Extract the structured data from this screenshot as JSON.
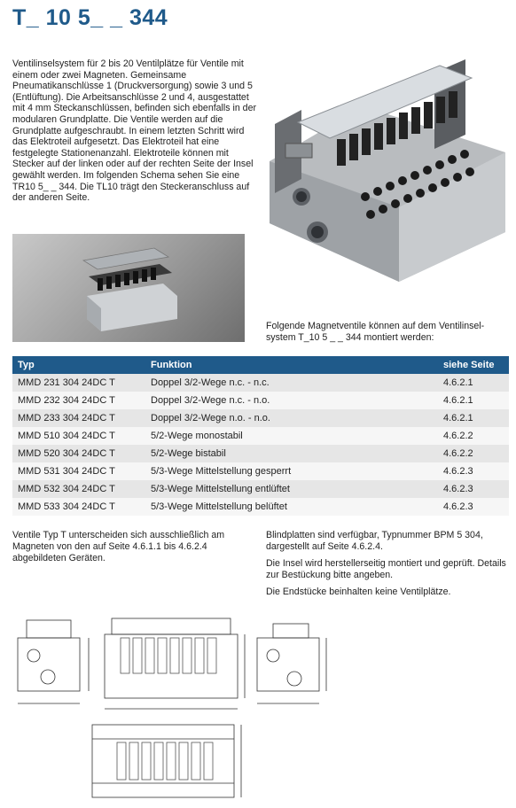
{
  "title": "T_ 10 5_ _ 344",
  "intro": "Ventilinselsystem für 2 bis 20 Ventilplätze für Ventile mit einem oder zwei Magneten. Gemeinsame Pneumatikanschlüsse 1 (Druckversorgung) sowie 3 und 5 (Entlüftung). Die Arbeitsanschlüsse 2 und 4, ausgestattet mit 4 mm Steckanschlüssen, befinden sich ebenfalls in der modularen Grundplatte. Die Ventile werden auf die Grundplatte aufgeschraubt. In einem letzten Schritt wird das Elektroteil aufgesetzt. Das Elektroteil hat eine festgelegte Stationenanzahl. Elektroteile können mit Stecker auf der linken oder auf der rechten Seite der Insel gewählt werden. Im folgenden Schema sehen Sie eine TR10 5_ _ 344. Die TL10 trägt den Steckeranschluss auf der anderen Seite.",
  "valves_note": "Folgende Magnetventile können auf dem Ventilinsel-system T_10 5 _ _ 344 montiert werden:",
  "table": {
    "headers": [
      "Typ",
      "Funktion",
      "siehe Seite"
    ],
    "rows": [
      [
        "MMD 231 304 24DC T",
        "Doppel 3/2-Wege n.c. - n.c.",
        "4.6.2.1"
      ],
      [
        "MMD 232 304 24DC T",
        "Doppel 3/2-Wege n.c. - n.o.",
        "4.6.2.1"
      ],
      [
        "MMD 233 304 24DC T",
        "Doppel 3/2-Wege n.o. - n.o.",
        "4.6.2.1"
      ],
      [
        "MMD 510 304 24DC T",
        "5/2-Wege monostabil",
        "4.6.2.2"
      ],
      [
        "MMD 520 304 24DC T",
        "5/2-Wege bistabil",
        "4.6.2.2"
      ],
      [
        "MMD 531 304 24DC T",
        "5/3-Wege Mittelstellung gesperrt",
        "4.6.2.3"
      ],
      [
        "MMD 532 304 24DC T",
        "5/3-Wege Mittelstellung entlüftet",
        "4.6.2.3"
      ],
      [
        "MMD 533 304 24DC T",
        "5/3-Wege Mittelstellung belüftet",
        "4.6.2.3"
      ]
    ]
  },
  "note_left": "Ventile Typ T unterscheiden sich ausschließlich am Magneten von den auf Seite 4.6.1.1 bis 4.6.2.4 abgebildeten Geräten.",
  "note_right": [
    "Blindplatten sind verfügbar, Typnummer BPM 5 304, dargestellt auf Seite 4.6.2.4.",
    "Die Insel wird herstellerseitig montiert und geprüft. Details zur Bestückung bitte angeben.",
    "Die Endstücke beinhalten keine Ventilplätze."
  ],
  "colors": {
    "accent": "#1f5a8a",
    "row_odd": "#e6e6e6",
    "row_even": "#f6f6f6"
  }
}
